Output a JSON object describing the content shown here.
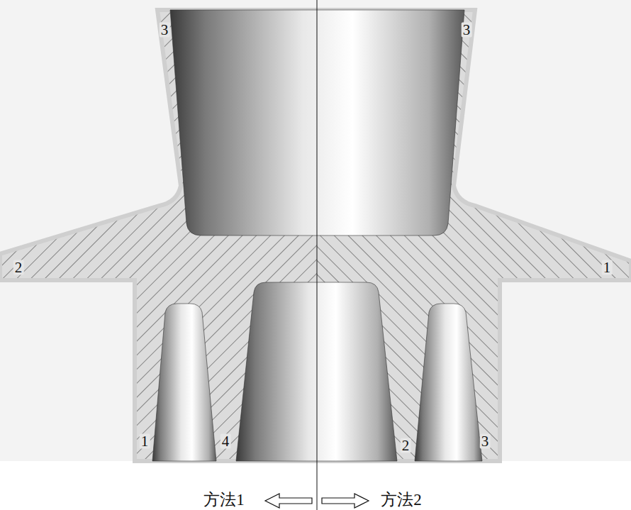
{
  "diagram": {
    "labels": [
      "3",
      "3",
      "2",
      "1",
      "1",
      "4",
      "2",
      "3",
      "方法1",
      "方法2"
    ]
  }
}
